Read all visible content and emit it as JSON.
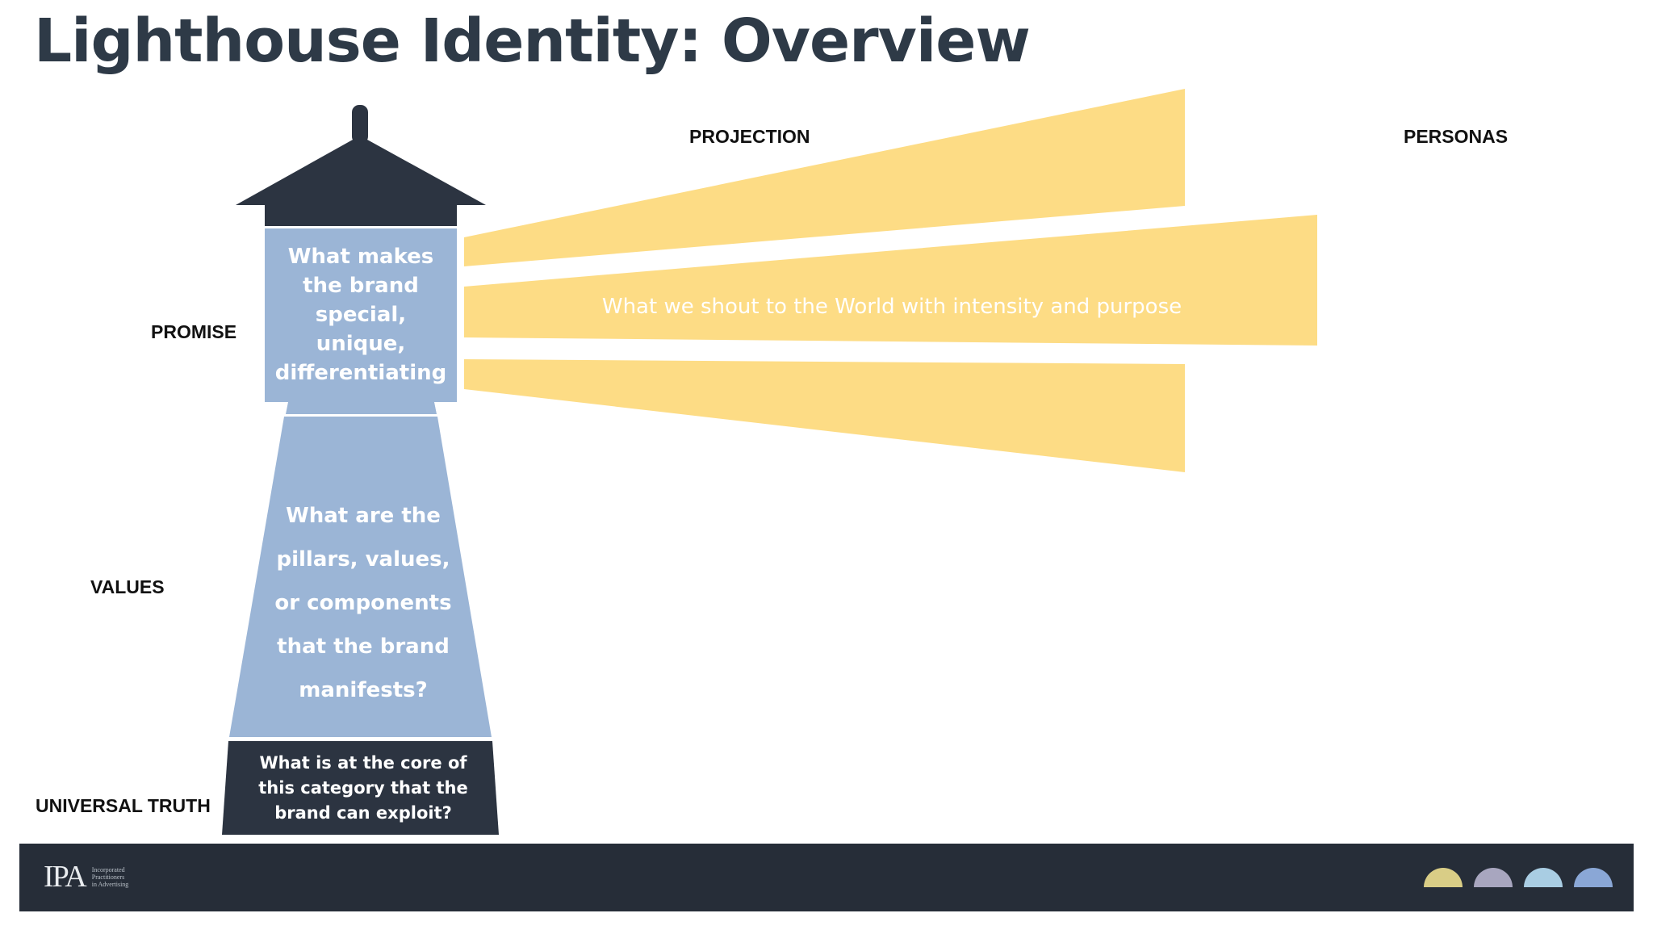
{
  "slide": {
    "title": "Lighthouse Identity: Overview"
  },
  "labels": {
    "projection": "PROJECTION",
    "personas": "PERSONAS",
    "promise": "PROMISE",
    "values": "VALUES",
    "universal_truth": "UNIVERSAL TRUTH"
  },
  "lighthouse": {
    "promise_text": "What makes the brand special, unique, differentiating",
    "values_text": "What are the pillars, values, or components that the brand manifests?",
    "truth_text": "What is at the core of this category that the brand can exploit?"
  },
  "beams": {
    "text": "What we shout to the World with intensity and purpose"
  },
  "footer": {
    "logo_mark": "IPA",
    "logo_line1": "Incorporated",
    "logo_line2": "Practitioners",
    "logo_line3": "in Advertising",
    "dot_colors": [
      "#d9cd86",
      "#a8a6bf",
      "#a9cde3",
      "#8aa7d6"
    ]
  },
  "colors": {
    "title": "#2e3a47",
    "dark_navy": "#2c3441",
    "lighthouse_blue": "#9bb5d6",
    "beam_yellow": "#fddc85",
    "footer_bg": "#262d38"
  }
}
